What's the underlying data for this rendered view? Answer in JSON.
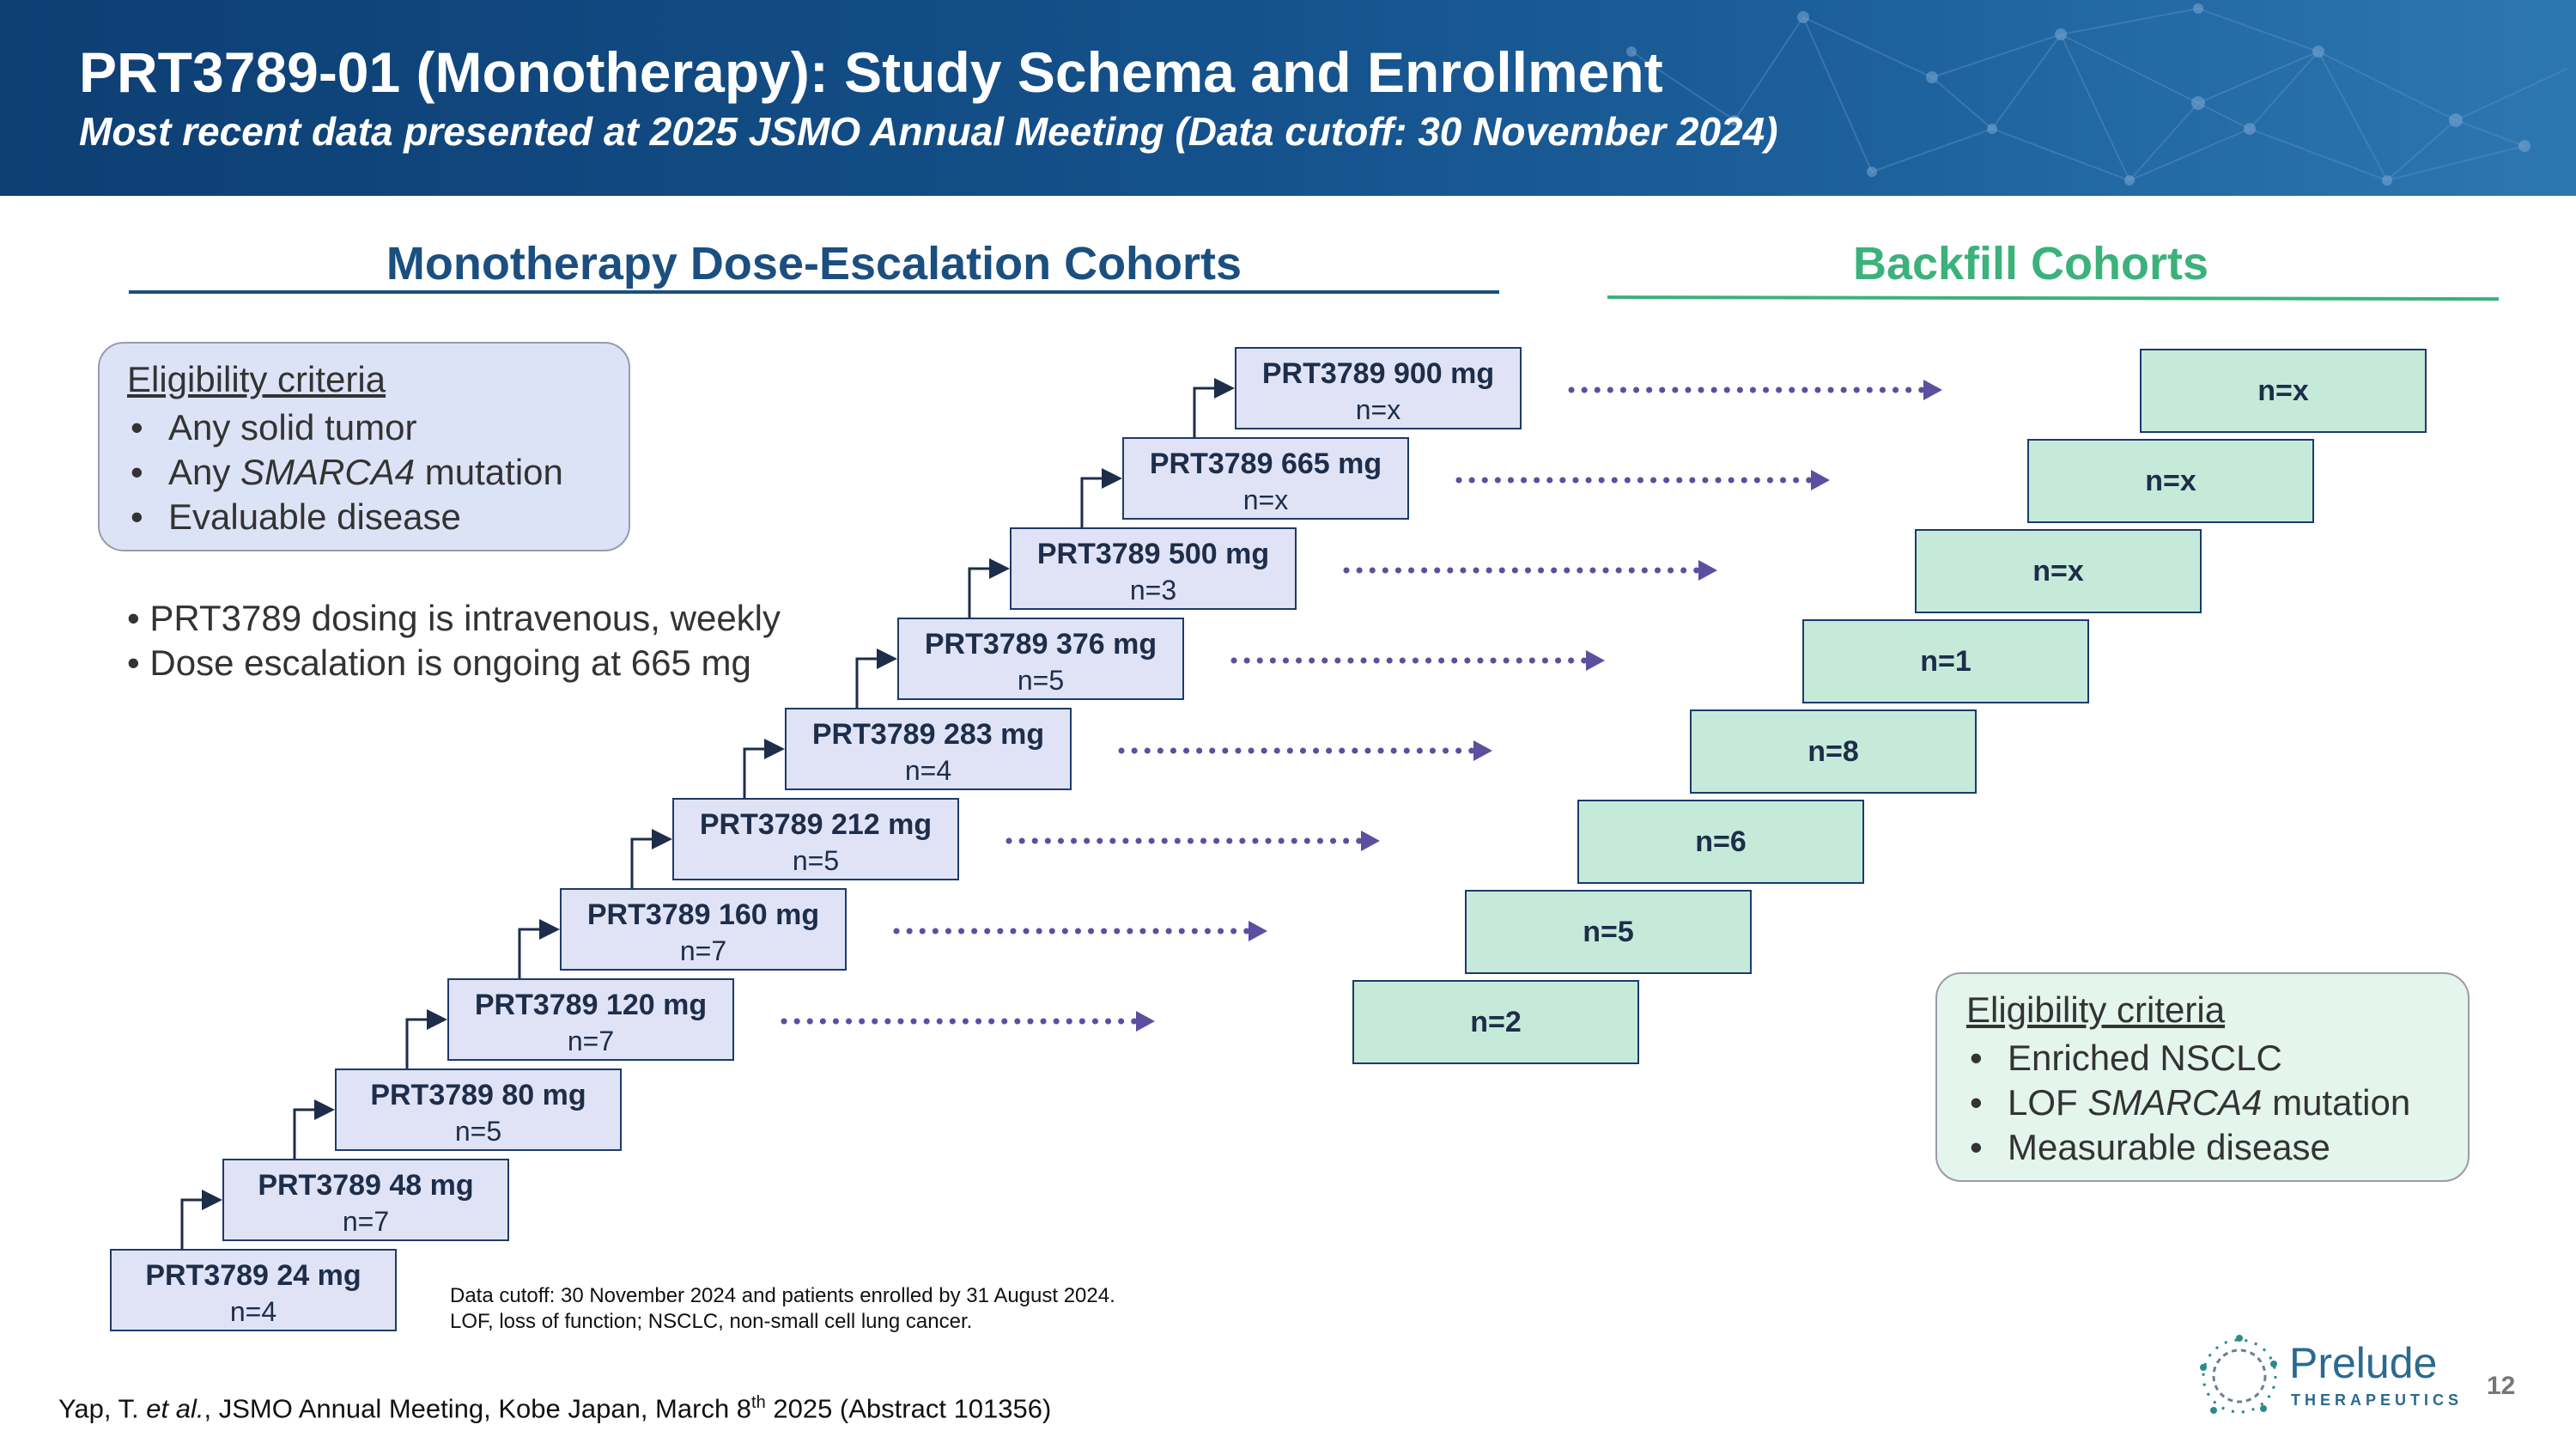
{
  "header": {
    "title": "PRT3789-01 (Monotherapy): Study Schema and Enrollment",
    "subtitle": "Most recent data presented at 2025 JSMO Annual Meeting (Data cutoff: 30 November 2024)"
  },
  "sections": {
    "dose_escalation": "Monotherapy Dose-Escalation Cohorts",
    "backfill": "Backfill Cohorts"
  },
  "colors": {
    "banner": "#14508a",
    "dose_heading": "#1b4f7f",
    "backfill_heading": "#3bb27a",
    "cohort_fill": "#dfe3f5",
    "backfill_fill": "#c6ead9",
    "arrow": "#5b4fa0"
  },
  "eligibility_left": {
    "heading": "Eligibility criteria",
    "items": [
      {
        "pre": "Any solid tumor",
        "em": "",
        "post": ""
      },
      {
        "pre": "Any ",
        "em": "SMARCA4",
        "post": " mutation"
      },
      {
        "pre": "Evaluable disease",
        "em": "",
        "post": ""
      }
    ]
  },
  "notes": [
    "• PRT3789 dosing is intravenous, weekly",
    "• Dose escalation is ongoing at 665 mg"
  ],
  "cohorts": [
    {
      "dose": "PRT3789 24 mg",
      "n": "n=4",
      "backfill": ""
    },
    {
      "dose": "PRT3789 48 mg",
      "n": "n=7",
      "backfill": ""
    },
    {
      "dose": "PRT3789 80 mg",
      "n": "n=5",
      "backfill": ""
    },
    {
      "dose": "PRT3789 120 mg",
      "n": "n=7",
      "backfill": "n=2"
    },
    {
      "dose": "PRT3789 160 mg",
      "n": "n=7",
      "backfill": "n=5"
    },
    {
      "dose": "PRT3789 212 mg",
      "n": "n=5",
      "backfill": "n=6"
    },
    {
      "dose": "PRT3789 283 mg",
      "n": "n=4",
      "backfill": "n=8"
    },
    {
      "dose": "PRT3789 376 mg",
      "n": "n=5",
      "backfill": "n=1"
    },
    {
      "dose": "PRT3789 500 mg",
      "n": "n=3",
      "backfill": "n=x"
    },
    {
      "dose": "PRT3789 665 mg",
      "n": "n=x",
      "backfill": "n=x"
    },
    {
      "dose": "PRT3789 900 mg",
      "n": "n=x",
      "backfill": "n=x"
    }
  ],
  "eligibility_right": {
    "heading": "Eligibility criteria",
    "items": [
      {
        "pre": "Enriched NSCLC",
        "em": "",
        "post": ""
      },
      {
        "pre": "LOF ",
        "em": "SMARCA4",
        "post": " mutation"
      },
      {
        "pre": "Measurable disease",
        "em": "",
        "post": ""
      }
    ]
  },
  "footnote": [
    "Data cutoff: 30 November 2024 and patients enrolled by 31 August 2024.",
    "LOF, loss of function; NSCLC, non-small cell lung cancer."
  ],
  "citation": {
    "author": "Yap, T. ",
    "etal": "et al.",
    "meeting": ", JSMO Annual Meeting, Kobe Japan, March 8",
    "sup": "th",
    "rest": " 2025 (Abstract 101356)"
  },
  "logo": {
    "name": "Prelude",
    "sub": "THERAPEUTICS"
  },
  "page_number": "12"
}
